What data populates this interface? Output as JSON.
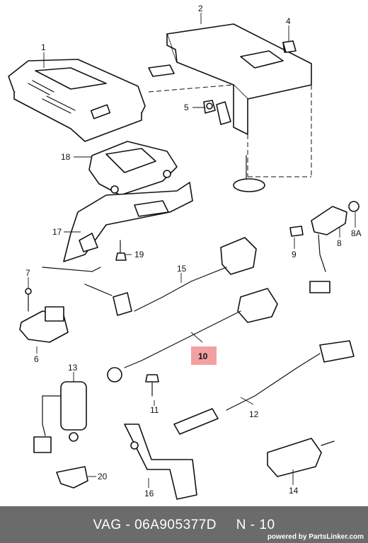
{
  "diagram": {
    "labels": [
      "1",
      "2",
      "4",
      "5",
      "18",
      "17",
      "19",
      "7",
      "6",
      "9",
      "8",
      "8A",
      "15",
      "10",
      "13",
      "11",
      "12",
      "20",
      "16",
      "14"
    ]
  },
  "footer": {
    "brand": "VAG",
    "separator": "-",
    "part_number": "06A905377D",
    "callout": "N - 10",
    "powered_prefix": "powered by",
    "powered_brand": "PartsLinker.com"
  }
}
